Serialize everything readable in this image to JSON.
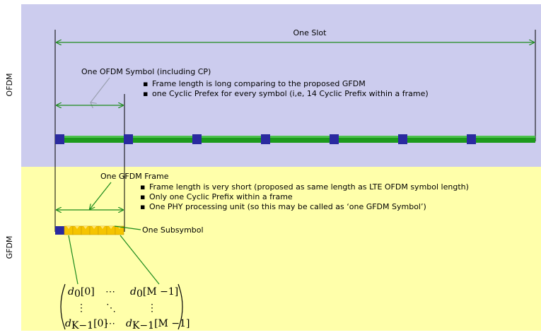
{
  "sections": {
    "ofdm_label": "OFDM",
    "gfdm_label": "GFDM"
  },
  "ofdm": {
    "slot_label": "One Slot",
    "symbol_label": "One OFDM Symbol (including CP)",
    "bullets": [
      "Frame length is long comparing to the proposed GFDM",
      "one Cyclic Prefex for every symbol (i,e, 14 Cyclic Prefix within a frame)"
    ]
  },
  "gfdm": {
    "frame_label": "One GFDM Frame",
    "subsymbol_label": "One Subsymbol",
    "bullets": [
      "Frame length is very short (proposed as same length as LTE OFDM symbol length)",
      "Only one Cyclic Prefix within a frame",
      "One PHY processing unit (so this may be called as ‘one GFDM Symbol’)"
    ]
  },
  "matrix": {
    "r0c0": "d",
    "r0c0_sub": "0",
    "r0c0_idx": "[0]",
    "r0c2": "d",
    "r0c2_sub": "0",
    "r0c2_idx": "[M −1]",
    "r2c0": "d",
    "r2c0_sub": "K−1",
    "r2c0_idx": "[0]",
    "r2c2": "d",
    "r2c2_sub": "K−1",
    "r2c2_idx": "[M −1]",
    "hdots": "⋯",
    "vdots": "⋮",
    "ddots": "⋱"
  },
  "colors": {
    "ofdm_bg": "#CCCCEE",
    "gfdm_bg": "#FFFFAA",
    "green_bar": "#1C9A1C",
    "cp_block": "#2A2AA0",
    "yellow_sub": "#F5C400",
    "arrow": "#1C8A1C"
  }
}
